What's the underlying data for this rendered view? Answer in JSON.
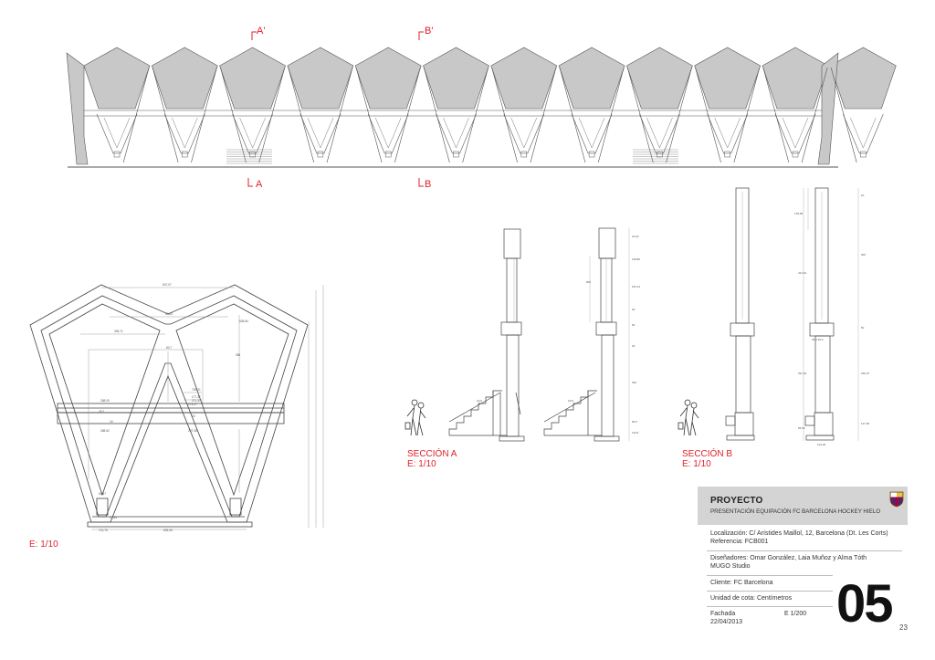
{
  "section_marks": {
    "a_top": "A'",
    "b_top": "B'",
    "a_bottom": "A",
    "b_bottom": "B"
  },
  "section_a": {
    "title": "SECCIÓN A",
    "scale": "E: 1/10"
  },
  "section_b": {
    "title": "SECCIÓN B",
    "scale": "E: 1/10"
  },
  "detail_scale": "E: 1/10",
  "title_block": {
    "heading": "PROYECTO",
    "subtitle": "PRESENTACIÓN EQUIPACIÓN FC BARCELONA HOCKEY HIELO",
    "location": "Localización: C/ Arístides Maillol, 12, Barcelona (Dt. Les Corts)",
    "reference": "Referencia: FCB001",
    "designers": "Diseñadores: Omar González, Laia Muñoz y Alma Tóth",
    "studio": "MUGO Studio",
    "client": "Cliente: FC Barcelona",
    "units": "Unidad de cota: Centímetros",
    "sheet_name": "Fachada",
    "date": "22/04/2013",
    "scale": "E 1/200",
    "sheet_number": "05"
  },
  "page_number": "23",
  "colors": {
    "accent_red": "#e0202a",
    "panel_gray": "#c8c8c8",
    "title_bg": "#d4d4d4"
  }
}
